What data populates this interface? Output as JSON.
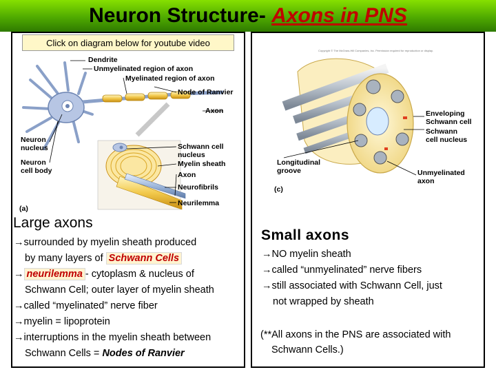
{
  "title": {
    "main": "Neuron Structure- ",
    "accent": "Axons in PNS"
  },
  "caption": "Click on diagram below for youtube video",
  "arrow_glyph": "→",
  "diagram_left": {
    "labels": [
      "Dendrite",
      "Unmyelinated region of axon",
      "Myelinated region of axon",
      "Node of Ranvier",
      "Axon",
      "Neuron",
      "nucleus",
      "Neuron",
      "cell body",
      "Schwann cell",
      "nucleus",
      "Myelin sheath",
      "Axon",
      "Neurofibrils",
      "Neurilemma"
    ],
    "panel": "(a)"
  },
  "diagram_right": {
    "copyright": "Copyright © The McGraw-Hill Companies, Inc. Permission required for reproduction or display.",
    "labels": [
      "Enveloping",
      "Schwann cell",
      "Schwann",
      "cell nucleus",
      "Longitudinal",
      "groove",
      "Unmyelinated",
      "axon"
    ],
    "panel": "(c)"
  },
  "left_text": {
    "heading": "Large axons",
    "line1": "surrounded by myelin sheath produced",
    "line2_pre": "by many layers of ",
    "line2_hl": "Schwann Cells",
    "line3_em": "neurilemma",
    "line3_rest": "- cytoplasm & nucleus of",
    "line4": "Schwann Cell; outer layer of myelin sheath",
    "line5": "called “myelinated” nerve fiber",
    "line6": "myelin = lipoprotein",
    "line7": "interruptions in the myelin sheath between",
    "line8_pre": "Schwann Cells = ",
    "line8_em": "Nodes of Ranvier"
  },
  "right_text": {
    "heading": "Small axons",
    "line1": "NO myelin sheath",
    "line2": "called “unmyelinated” nerve fibers",
    "line3": "still associated with Schwann Cell, just",
    "line4": "not wrapped by sheath",
    "note1": "(**All axons in the PNS are associated with",
    "note2": "Schwann Cells.)"
  }
}
